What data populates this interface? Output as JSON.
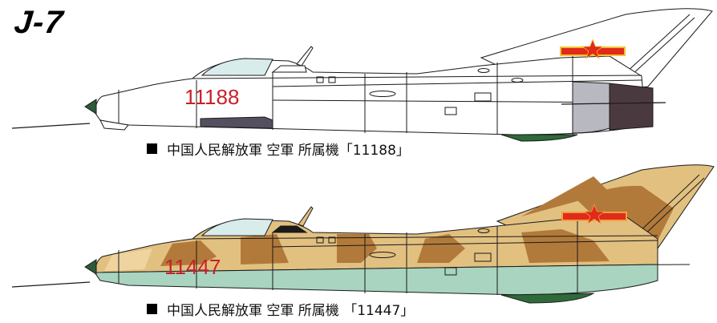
{
  "title": "J-7",
  "colors": {
    "outline": "#1a1a1a",
    "serial_red": "#c8202a",
    "insignia_red": "#e02a1a",
    "insignia_yellow": "#f2c230",
    "canopy": "#d9ecec",
    "nose_cone": "#2e5a38",
    "ventral_green": "#2f6a3a",
    "aircraft1": {
      "body": "#ffffff",
      "exhaust_grey": "#b8b8c0",
      "exhaust_dark": "#4a3a40",
      "intake_dark": "#555060"
    },
    "aircraft2": {
      "sand": "#e2c080",
      "brown": "#b27a3a",
      "light_sand": "#efd4a0",
      "underside": "#a8d4c0"
    }
  },
  "aircraft": [
    {
      "serial": "11188",
      "scheme": "natural metal / white",
      "caption": {
        "bullet": "■",
        "text": "中国人民解放軍 空軍 所属機「11188」"
      }
    },
    {
      "serial": "11447",
      "scheme": "desert camouflage",
      "caption": {
        "bullet": "■",
        "text": "中国人民解放軍 空軍 所属機 「11447」"
      }
    }
  ]
}
